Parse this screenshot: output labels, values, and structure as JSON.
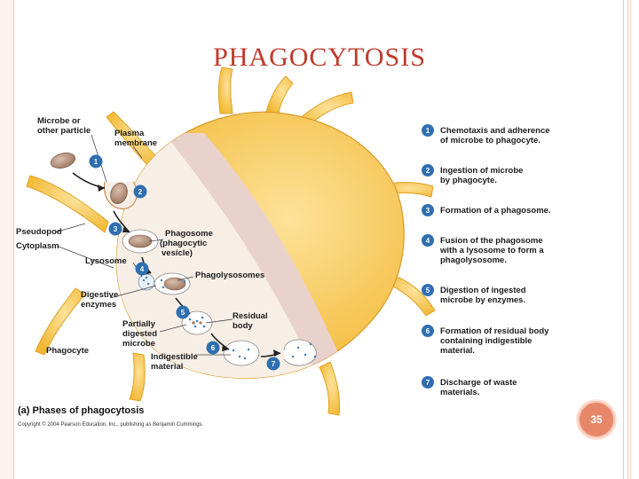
{
  "slide": {
    "title": "PHAGOCYTOSIS",
    "page_number": "35"
  },
  "labels": {
    "microbe": [
      "Microbe or",
      "other particle"
    ],
    "plasma": [
      "Plasma",
      "membrane"
    ],
    "pseudopod": "Pseudopod",
    "cytoplasm": "Cytoplasm",
    "phagosome": [
      "Phagosome",
      "(phagocytic",
      "vesicle)"
    ],
    "lysosome": "Lysosome",
    "phagolysosomes": "Phagolysosomes",
    "digestive": [
      "Digestive",
      "enzymes"
    ],
    "residual": [
      "Residual",
      "body"
    ],
    "partially": [
      "Partially",
      "digested",
      "microbe"
    ],
    "phagocyte": "Phagocyte",
    "indigestible": [
      "Indigestible",
      "material"
    ]
  },
  "steps": [
    {
      "number": "1",
      "lines": [
        "Chemotaxis and adherence",
        "of microbe to phagocyte."
      ]
    },
    {
      "number": "2",
      "lines": [
        "Ingestion of microbe",
        "by phagocyte."
      ]
    },
    {
      "number": "3",
      "lines": [
        "Formation of a phagosome."
      ]
    },
    {
      "number": "4",
      "lines": [
        "Fusion of the phagosome",
        "with a lysosome to form a",
        "phagolysosome."
      ]
    },
    {
      "number": "5",
      "lines": [
        "Digestion of ingested",
        "microbe by enzymes."
      ]
    },
    {
      "number": "6",
      "lines": [
        "Formation of residual body",
        "containing indigestible",
        "material."
      ]
    },
    {
      "number": "7",
      "lines": [
        "Discharge of waste",
        "materials."
      ]
    }
  ],
  "caption": "(a) Phases of phagocytosis",
  "copyright": "Copyright © 2004 Pearson Education, Inc., publishing as Benjamin Cummings.",
  "colors": {
    "cell_yellow": "#f6c043",
    "cell_light": "#fbd978",
    "cytoplasm": "#f7efe6",
    "section": "#e9d2cc",
    "step_circle": "#2f6fb0",
    "title": "#c0392b",
    "microbe": "#b08a72"
  }
}
